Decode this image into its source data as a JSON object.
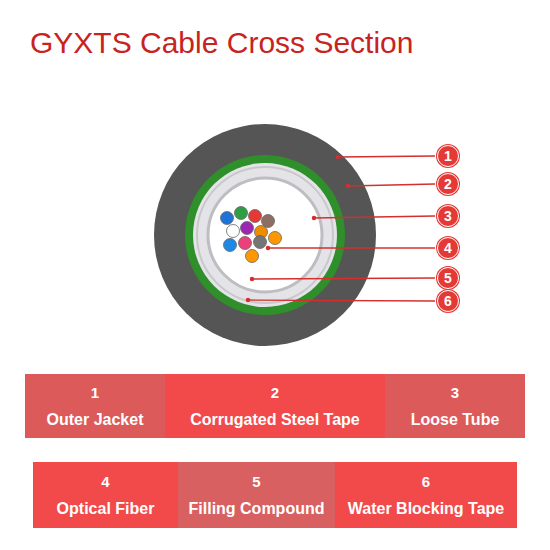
{
  "diagram": {
    "title": "GYXTS Cable Cross Section",
    "nodes": [
      {
        "text": [
          "1"
        ]
      },
      {
        "text": [
          "2"
        ]
      },
      {
        "text": [
          "3"
        ]
      },
      {
        "text": [
          "4"
        ]
      },
      {
        "text": [
          "5"
        ]
      },
      {
        "text": [
          "6"
        ]
      },
      {
        "text": [
          "1",
          "Outer Jacket"
        ]
      },
      {
        "text": [
          "2",
          "Corrugated Steel Tape"
        ]
      },
      {
        "text": [
          "3",
          "Loose Tube"
        ]
      },
      {
        "text": [
          "4",
          "Optical Fiber"
        ]
      },
      {
        "text": [
          "5",
          "Filling Compound"
        ]
      },
      {
        "text": [
          "6",
          "Water Blocking Tape"
        ]
      }
    ]
  }
}
